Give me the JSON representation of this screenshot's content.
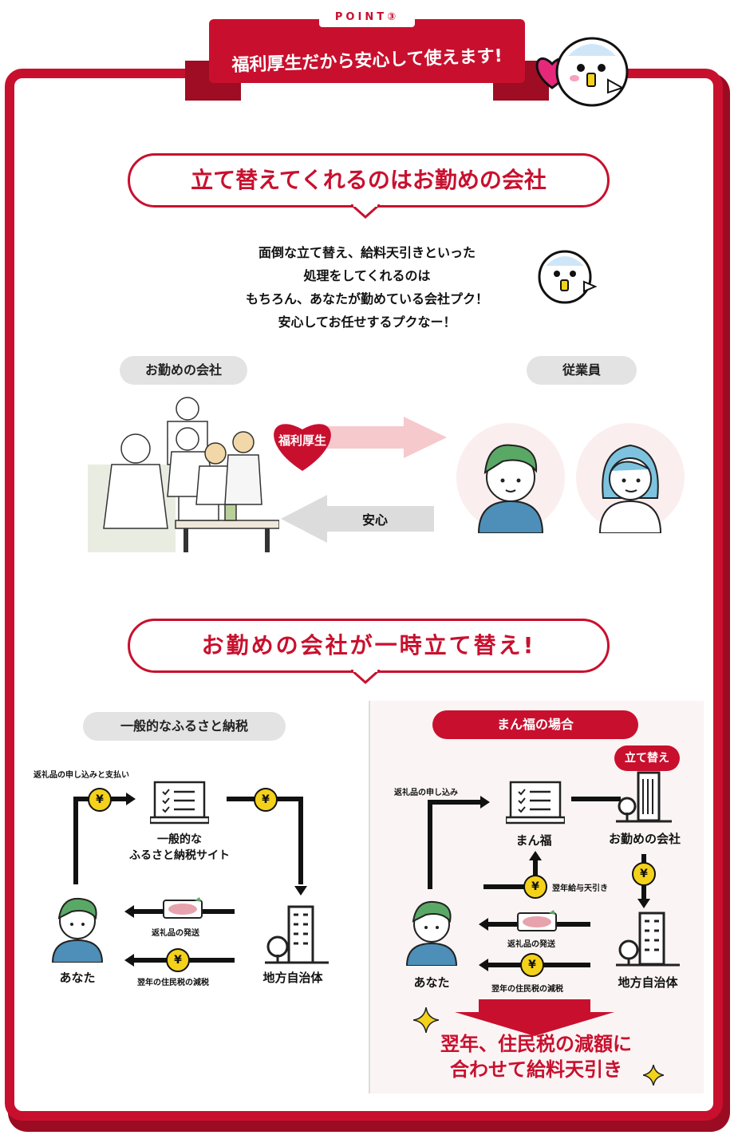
{
  "header": {
    "point_label": "POINT③",
    "title": "福利厚生だから安心して使えます!"
  },
  "section1": {
    "heading": "立て替えてくれるのはお勤めの会社",
    "message_lines": [
      "面倒な立て替え、給料天引きといった",
      "処理をしてくれるのは",
      "もちろん、あなたが勤めている会社プク！",
      "安心してお任せするプクなー！"
    ],
    "company_pill": "お勤めの会社",
    "employee_pill": "従業員",
    "benefit_badge": "福利厚生",
    "relief_label": "安心"
  },
  "section2": {
    "heading": "お勤めの会社が一時立て替え!",
    "general": {
      "pill": "一般的なふるさと納税",
      "apply_label": "返礼品の申し込みと支払い",
      "site_label_line1": "一般的な",
      "site_label_line2": "ふるさと納税サイト",
      "ship_label": "返礼品の発送",
      "tax_label": "翌年の住民税の減税",
      "you_label": "あなた",
      "gov_label": "地方自治体"
    },
    "manpuku": {
      "pill": "まん福の場合",
      "advance_badge": "立て替え",
      "apply_label": "返礼品の申し込み",
      "site_label": "まん福",
      "company_label": "お勤めの会社",
      "payroll_label": "翌年給与天引き",
      "ship_label": "返礼品の発送",
      "tax_label": "翌年の住民税の減税",
      "you_label": "あなた",
      "gov_label": "地方自治体",
      "conclusion_line1": "翌年、住民税の減額に",
      "conclusion_line2": "合わせて給料天引き"
    },
    "yen_symbol": "¥"
  },
  "colors": {
    "brand_red": "#c8102e",
    "yen_yellow": "#f4d21a",
    "pill_gray": "#e3e3e3",
    "pink_panel": "#fbf4f4"
  }
}
